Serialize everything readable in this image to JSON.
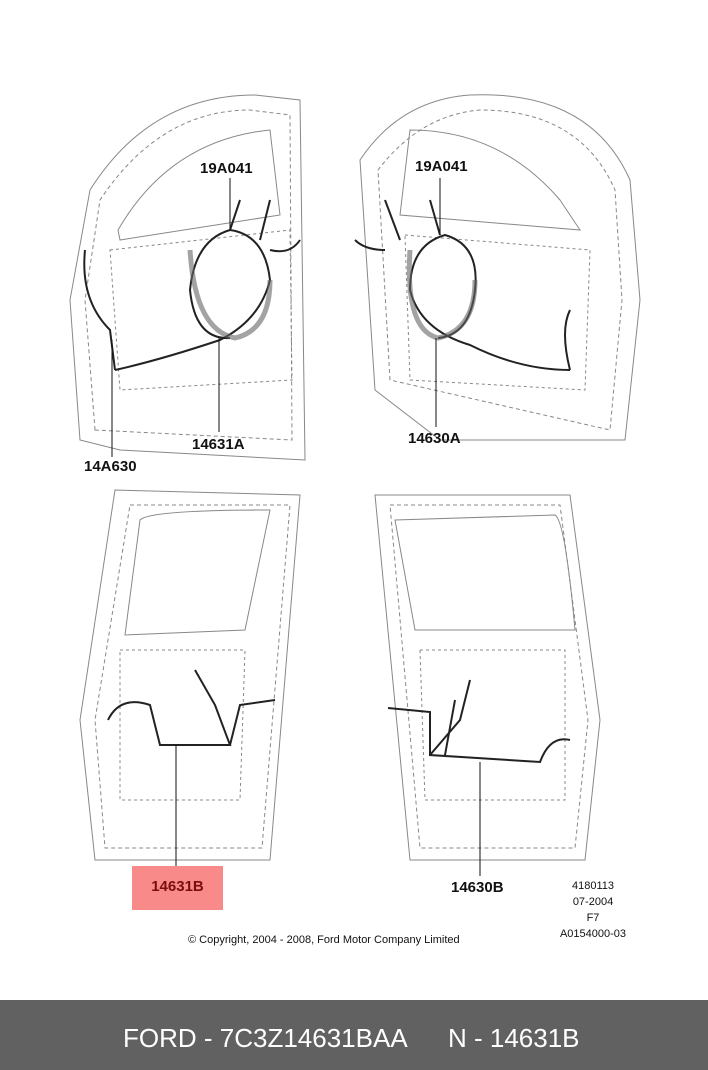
{
  "labels": {
    "front_left_connector": "19A041",
    "front_right_connector": "19A041",
    "front_left_harness": "14631A",
    "front_right_harness": "14630A",
    "front_left_aux": "14A630",
    "rear_left_harness": "14631B",
    "rear_right_harness": "14630B"
  },
  "highlight_color": "#f88a8a",
  "meta": [
    "4180113",
    "07-2004",
    "F7",
    "A0154000-03"
  ],
  "copyright": "© Copyright, 2004 - 2008, Ford Motor Company Limited",
  "footer": {
    "part_number": "FORD - 7C3Z14631BAA",
    "reference": "N - 14631B"
  }
}
